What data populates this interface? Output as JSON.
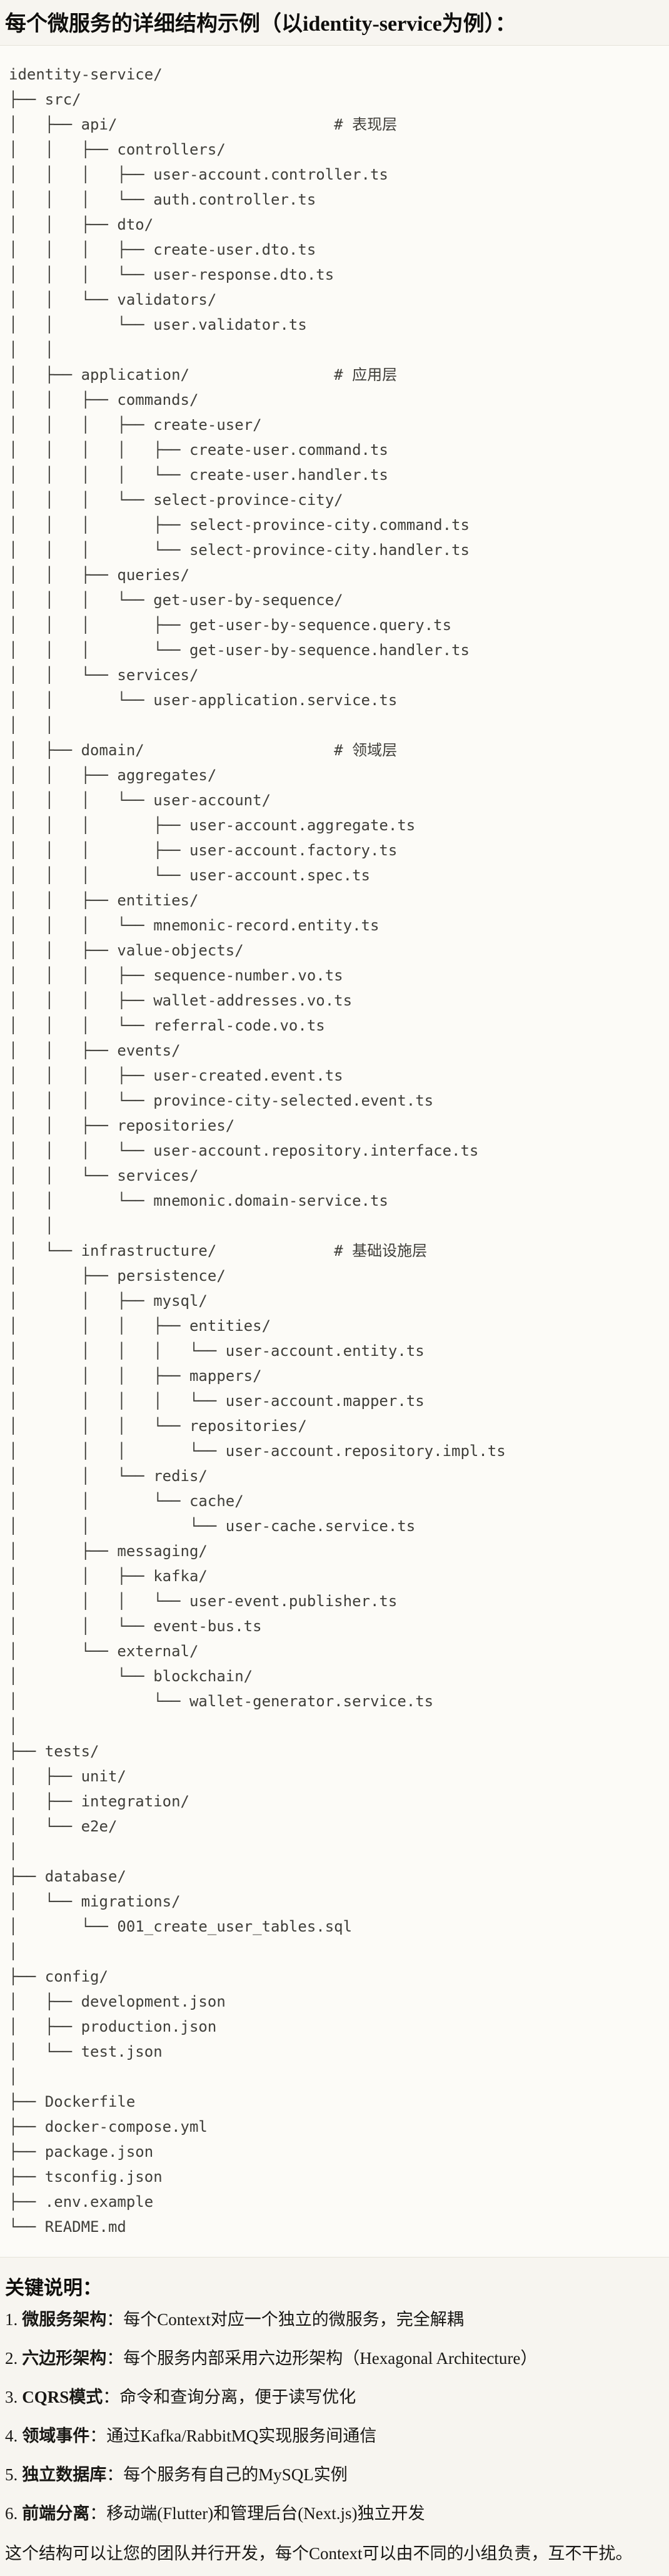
{
  "page": {
    "title": "每个微服务的详细结构示例（以identity-service为例）："
  },
  "tree": {
    "lines": [
      "identity-service/",
      "├── src/",
      "│   ├── api/                        # 表现层",
      "│   │   ├── controllers/",
      "│   │   │   ├── user-account.controller.ts",
      "│   │   │   └── auth.controller.ts",
      "│   │   ├── dto/",
      "│   │   │   ├── create-user.dto.ts",
      "│   │   │   └── user-response.dto.ts",
      "│   │   └── validators/",
      "│   │       └── user.validator.ts",
      "│   │",
      "│   ├── application/                # 应用层",
      "│   │   ├── commands/",
      "│   │   │   ├── create-user/",
      "│   │   │   │   ├── create-user.command.ts",
      "│   │   │   │   └── create-user.handler.ts",
      "│   │   │   └── select-province-city/",
      "│   │   │       ├── select-province-city.command.ts",
      "│   │   │       └── select-province-city.handler.ts",
      "│   │   ├── queries/",
      "│   │   │   └── get-user-by-sequence/",
      "│   │   │       ├── get-user-by-sequence.query.ts",
      "│   │   │       └── get-user-by-sequence.handler.ts",
      "│   │   └── services/",
      "│   │       └── user-application.service.ts",
      "│   │",
      "│   ├── domain/                     # 领域层",
      "│   │   ├── aggregates/",
      "│   │   │   └── user-account/",
      "│   │   │       ├── user-account.aggregate.ts",
      "│   │   │       ├── user-account.factory.ts",
      "│   │   │       └── user-account.spec.ts",
      "│   │   ├── entities/",
      "│   │   │   └── mnemonic-record.entity.ts",
      "│   │   ├── value-objects/",
      "│   │   │   ├── sequence-number.vo.ts",
      "│   │   │   ├── wallet-addresses.vo.ts",
      "│   │   │   └── referral-code.vo.ts",
      "│   │   ├── events/",
      "│   │   │   ├── user-created.event.ts",
      "│   │   │   └── province-city-selected.event.ts",
      "│   │   ├── repositories/",
      "│   │   │   └── user-account.repository.interface.ts",
      "│   │   └── services/",
      "│   │       └── mnemonic.domain-service.ts",
      "│   │",
      "│   └── infrastructure/             # 基础设施层",
      "│       ├── persistence/",
      "│       │   ├── mysql/",
      "│       │   │   ├── entities/",
      "│       │   │   │   └── user-account.entity.ts",
      "│       │   │   ├── mappers/",
      "│       │   │   │   └── user-account.mapper.ts",
      "│       │   │   └── repositories/",
      "│       │   │       └── user-account.repository.impl.ts",
      "│       │   └── redis/",
      "│       │       └── cache/",
      "│       │           └── user-cache.service.ts",
      "│       ├── messaging/",
      "│       │   ├── kafka/",
      "│       │   │   └── user-event.publisher.ts",
      "│       │   └── event-bus.ts",
      "│       └── external/",
      "│           └── blockchain/",
      "│               └── wallet-generator.service.ts",
      "│",
      "├── tests/",
      "│   ├── unit/",
      "│   ├── integration/",
      "│   └── e2e/",
      "│",
      "├── database/",
      "│   └── migrations/",
      "│       └── 001_create_user_tables.sql",
      "│",
      "├── config/",
      "│   ├── development.json",
      "│   ├── production.json",
      "│   └── test.json",
      "│",
      "├── Dockerfile",
      "├── docker-compose.yml",
      "├── package.json",
      "├── tsconfig.json",
      "├── .env.example",
      "└── README.md"
    ]
  },
  "notes": {
    "heading": "关键说明：",
    "items": [
      {
        "num": "1.",
        "term": "微服务架构",
        "desc": "：每个Context对应一个独立的微服务，完全解耦"
      },
      {
        "num": "2.",
        "term": "六边形架构",
        "desc": "：每个服务内部采用六边形架构（Hexagonal Architecture）"
      },
      {
        "num": "3.",
        "term": "CQRS模式",
        "desc": "：命令和查询分离，便于读写优化"
      },
      {
        "num": "4.",
        "term": "领域事件",
        "desc": "：通过Kafka/RabbitMQ实现服务间通信"
      },
      {
        "num": "5.",
        "term": "独立数据库",
        "desc": "：每个服务有自己的MySQL实例"
      },
      {
        "num": "6.",
        "term": "前端分离",
        "desc": "：移动端(Flutter)和管理后台(Next.js)独立开发"
      }
    ],
    "footer": "这个结构可以让您的团队并行开发，每个Context可以由不同的小组负责，互不干扰。"
  }
}
